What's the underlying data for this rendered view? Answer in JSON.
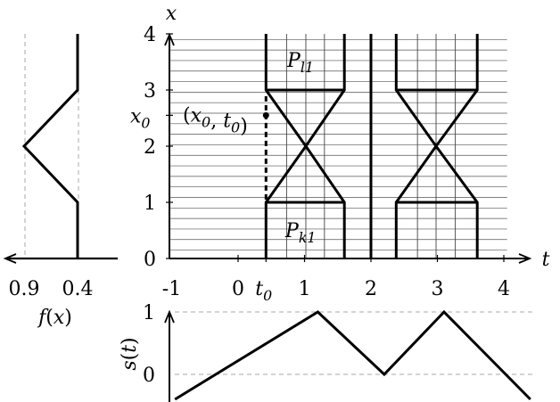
{
  "main_axes": {
    "x_axis_label": "x",
    "t_axis_label": "t",
    "y_ticks": [
      {
        "value": 0,
        "label": "0"
      },
      {
        "value": 1,
        "label": "1"
      },
      {
        "value": 2,
        "label": "2"
      },
      {
        "value": 3,
        "label": "3"
      },
      {
        "value": 4,
        "label": "4"
      }
    ],
    "x0_tick": {
      "value": 2.55,
      "label": "x₀"
    },
    "t_ticks": [
      {
        "value": -1,
        "label": "-1"
      },
      {
        "value": 0,
        "label": "0"
      },
      {
        "value": 0.42,
        "label": "t₀"
      },
      {
        "value": 1,
        "label": "1"
      },
      {
        "value": 2,
        "label": "2"
      },
      {
        "value": 3,
        "label": "3"
      },
      {
        "value": 4,
        "label": "4"
      }
    ]
  },
  "annotations": {
    "point_label": "(x₀, t₀)",
    "point": {
      "t": 0.42,
      "x": 2.55
    },
    "upper_region_label": "P_l1",
    "lower_region_label": "P_k1"
  },
  "left_plot": {
    "axis_label": "f(x)",
    "ticks": [
      {
        "value": 0.9,
        "label": "0.9"
      },
      {
        "value": 0.4,
        "label": "0.4"
      }
    ],
    "profile": [
      [
        0.4,
        4
      ],
      [
        0.4,
        3
      ],
      [
        0.9,
        2
      ],
      [
        0.4,
        1
      ],
      [
        0.4,
        0
      ]
    ]
  },
  "bottom_plot": {
    "axis_label": "s(t)",
    "y_ticks": [
      {
        "value": 0,
        "label": "0"
      },
      {
        "value": 1,
        "label": "1"
      }
    ],
    "profile": [
      [
        -0.95,
        -0.4
      ],
      [
        1.2,
        1
      ],
      [
        2.2,
        0
      ],
      [
        3.1,
        1
      ],
      [
        4.4,
        -0.4
      ]
    ]
  },
  "chart_data": {
    "type": "line",
    "title": "",
    "xlabel": "t",
    "ylabel": "x",
    "xlim": [
      -1.2,
      4.25
    ],
    "ylim": [
      0,
      4.1
    ],
    "grid_horizontal": "x from 0.15 to 4.0 every 0.1875, from t≈-1.0 to 4.05",
    "series": [
      {
        "values": [
          [
            0.42,
            4
          ],
          [
            0.42,
            3
          ],
          [
            1.02,
            2
          ],
          [
            0.42,
            1
          ],
          [
            0.42,
            0
          ]
        ]
      },
      {
        "values": [
          [
            1.6,
            4
          ],
          [
            1.6,
            3
          ],
          [
            1.02,
            2
          ],
          [
            1.6,
            1
          ],
          [
            1.6,
            0
          ]
        ]
      },
      {
        "values": [
          [
            0.42,
            3
          ],
          [
            1.6,
            3
          ]
        ]
      },
      {
        "values": [
          [
            0.42,
            1
          ],
          [
            1.6,
            1
          ]
        ]
      },
      {
        "values": [
          [
            2,
            4
          ],
          [
            2,
            0
          ]
        ]
      },
      {
        "values": [
          [
            2.38,
            4
          ],
          [
            2.38,
            3
          ],
          [
            2.98,
            2
          ],
          [
            2.38,
            1
          ],
          [
            2.38,
            0
          ]
        ]
      },
      {
        "values": [
          [
            3.6,
            4
          ],
          [
            3.6,
            3
          ],
          [
            2.98,
            2
          ],
          [
            3.6,
            1
          ],
          [
            3.6,
            0
          ]
        ]
      },
      {
        "values": [
          [
            2.38,
            3
          ],
          [
            3.6,
            3
          ]
        ]
      },
      {
        "values": [
          [
            2.38,
            1
          ],
          [
            3.6,
            1
          ]
        ]
      }
    ],
    "thin_verticals": [
      0.73,
      1.02,
      1.3,
      2.7,
      2.98,
      3.27
    ]
  }
}
